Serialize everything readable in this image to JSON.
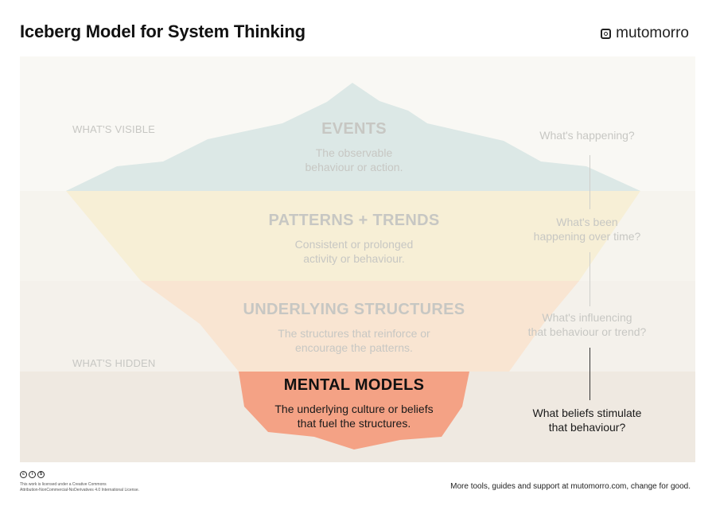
{
  "header": {
    "title": "Iceberg Model for System Thinking",
    "brand": "mutomorro"
  },
  "side_labels": {
    "visible": "WHAT'S VISIBLE",
    "hidden": "WHAT'S HIDDEN"
  },
  "layers": [
    {
      "title": "EVENTS",
      "desc_1": "The observable",
      "desc_2": "behaviour or action.",
      "question_1": "What's happening?",
      "question_2": "",
      "color": "#dce8e6"
    },
    {
      "title": "PATTERNS + TRENDS",
      "desc_1": "Consistent or prolonged",
      "desc_2": "activity or behaviour.",
      "question_1": "What's been",
      "question_2": "happening over time?",
      "color": "#f7efd6"
    },
    {
      "title": "UNDERLYING STRUCTURES",
      "desc_1": "The structures that reinforce or",
      "desc_2": "encourage the patterns.",
      "question_1": "What's influencing",
      "question_2": "that behaviour or trend?",
      "color": "#f9e5d2"
    },
    {
      "title": "MENTAL MODELS",
      "desc_1": "The underlying culture or beliefs",
      "desc_2": "that fuel the structures.",
      "question_1": "What beliefs stimulate",
      "question_2": "that behaviour?",
      "color": "#f4a285"
    }
  ],
  "footer": {
    "license_1": "This work is licensed under a Creative Commons",
    "license_2": "Attribution-NonCommercial-NoDerivatives 4.0 International License.",
    "right": "More tools, guides and support at mutomorro.com, change for good.",
    "cc_icons": [
      "cc-icon",
      "by-icon",
      "nc-icon"
    ]
  }
}
